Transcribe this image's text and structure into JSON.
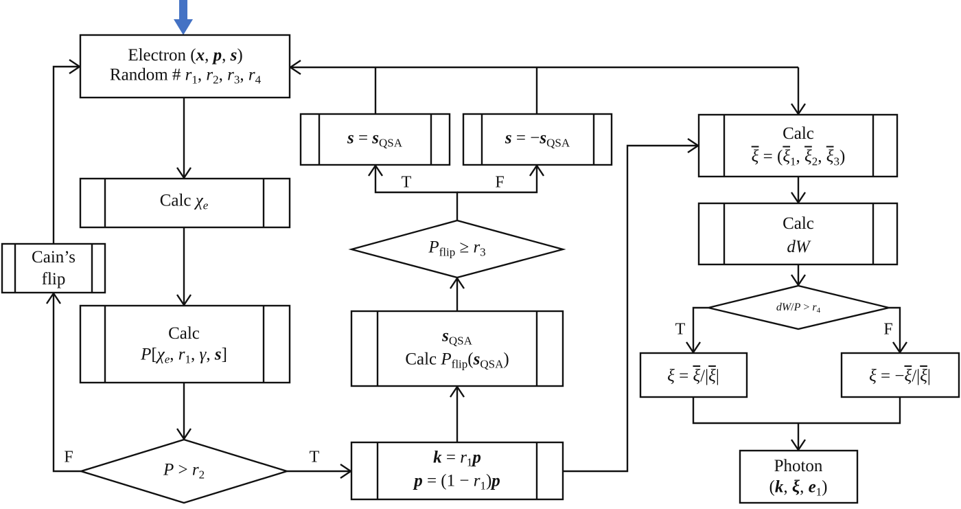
{
  "title": "Electron spin / photon emission Monte Carlo flowchart",
  "colors": {
    "line": "#111111",
    "entry_arrow": "#4472C4",
    "background": "#ffffff"
  },
  "nodes": {
    "electron": {
      "line1_word": "Electron",
      "line1_vars": "(x, p, s)",
      "line2_word": "Random #",
      "line2_vars": [
        "r1",
        "r2",
        "r3",
        "r4"
      ]
    },
    "calc_chi": {
      "word": "Calc",
      "var": "χ",
      "sub": "e"
    },
    "calc_p": {
      "word": "Calc",
      "expr": "P[χe, r1, γ, s]"
    },
    "cains_flip": {
      "line1": "Cain’s",
      "line2": "flip"
    },
    "p_gt_r2": {
      "expr": "P > r2"
    },
    "k_update": {
      "line1": "k = r1 p",
      "line2": "p = (1 − r1) p"
    },
    "sqsa_calc": {
      "line1": "s_QSA",
      "line2": "Calc P_flip(s_QSA)"
    },
    "pflip_ge_r3": {
      "expr": "P_flip ≥ r3"
    },
    "s_eq_sqsa": {
      "expr": "s = s_QSA"
    },
    "s_eq_neg_sqsa": {
      "expr": "s = −s_QSA"
    },
    "calc_xi_bar": {
      "word": "Calc",
      "expr": "ξ̄ = (ξ̄1, ξ̄2, ξ̄3)"
    },
    "calc_dw": {
      "word": "Calc",
      "expr": "dW"
    },
    "dw_p_gt_r4": {
      "expr": "dW/P > r4"
    },
    "xi_pos": {
      "expr": "ξ = ξ̄/|ξ̄|"
    },
    "xi_neg": {
      "expr": "ξ = −ξ̄/|ξ̄|"
    },
    "photon": {
      "line1": "Photon",
      "line2": "(k, ξ, e1)"
    }
  },
  "text": {
    "electron_word": "Electron",
    "x": "x",
    "p": "p",
    "s": "s",
    "k": "k",
    "xi": "ξ",
    "e": "e",
    "random_word": "Random #",
    "r": "r",
    "one": "1",
    "two": "2",
    "three": "3",
    "four": "4",
    "calc": "Calc",
    "chi": "χ",
    "gamma": "γ",
    "P": "P",
    "dW": "dW",
    "flip_sub": "flip",
    "qsa_sub": "QSA",
    "cains": "Cain’s",
    "flip": "flip",
    "photon": "Photon",
    "eq": " = ",
    "minus": "−",
    "gt": " > ",
    "ge": " ≥ ",
    "slash": "/",
    "comma": ", ",
    "lparen": "(",
    "rparen": ")",
    "lbrack": "[",
    "rbrack": "]",
    "bar": "|",
    "one_minus": "(1 − "
  },
  "edge_labels": {
    "p_r2_false": "F",
    "p_r2_true": "T",
    "pflip_true": "T",
    "pflip_false": "F",
    "dw_true": "T",
    "dw_false": "F"
  }
}
